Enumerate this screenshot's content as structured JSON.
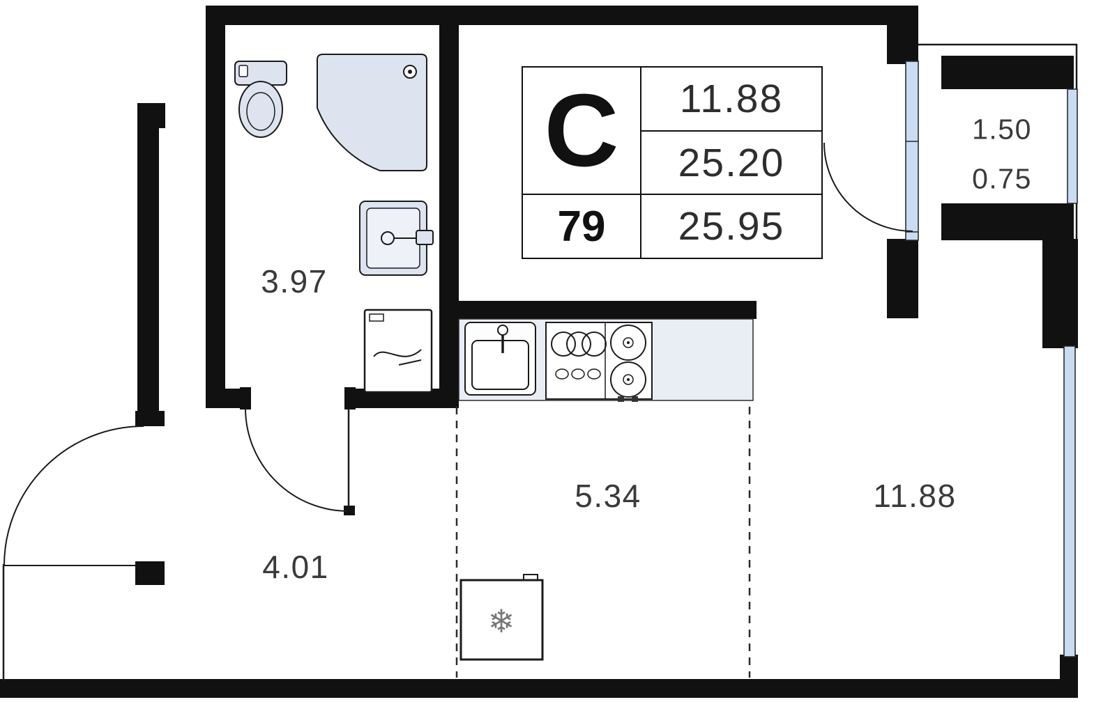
{
  "info_card": {
    "unit_type": "С",
    "unit_number": "79",
    "living_area": "11.88",
    "area_without_balcony": "25.20",
    "total_area": "25.95"
  },
  "room_labels": {
    "bathroom": "3.97",
    "hallway": "4.01",
    "kitchen": "5.34",
    "living_room": "11.88",
    "balcony_full": "1.50",
    "balcony_reduced": "0.75"
  },
  "icons": {
    "fridge_snowflake": "❄"
  },
  "colors": {
    "wall": "#111111",
    "fixture_fill": "#dde4f0",
    "fixture_inner": "#eef2f8",
    "window_fill": "#c9dcf2",
    "counter_fill": "#e9edf4",
    "label_text": "#3a3a3a",
    "outline": "#1a1a1a"
  }
}
